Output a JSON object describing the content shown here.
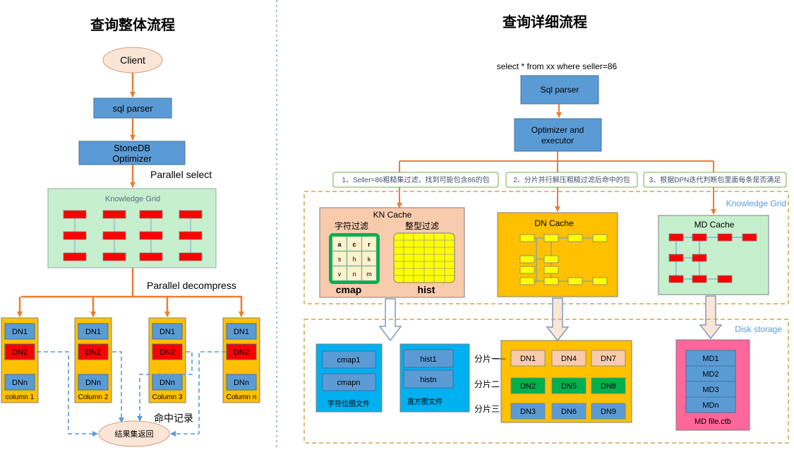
{
  "left": {
    "title": "查询整体流程",
    "client": "Client",
    "sql_parser": "sql parser",
    "optimizer_line1": "StoneDB",
    "optimizer_line2": "Optimizer",
    "parallel_select": "Parallel select",
    "knowledge_grid": "Knowledge Grid",
    "parallel_decompress": "Parallel decompress",
    "dn1": "DN1",
    "dn2": "DN2",
    "dnn": "DNn",
    "columns": [
      "column 1",
      "Column 2",
      "Column 3",
      "Column n"
    ],
    "hit_records": "命中记录",
    "result_return": "结果集返回"
  },
  "right": {
    "title": "查询详细流程",
    "query": "select * from xx where seller=86",
    "sql_parser": "Sql parser",
    "optimizer_line1": "Optimizer and",
    "optimizer_line2": "executor",
    "steps": [
      "1、Seller=86粗糙集过滤，找到可能包含86的包",
      "2、分片并行解压粗糙过滤后命中的包",
      "3、根据DPN迭代判断包里面每条是否满足"
    ],
    "knowledge_grid": "Knowledge Grid",
    "kn_cache": "KN Cache",
    "char_filter": "字符过滤",
    "int_filter": "整型过滤",
    "cmap_cells": [
      "a",
      "c",
      "r",
      "s",
      "h",
      "k",
      "v",
      "n",
      "m"
    ],
    "cmap": "cmap",
    "hist": "hist",
    "dn_cache": "DN Cache",
    "md_cache": "MD Cache",
    "disk_storage": "Disk storage",
    "cmap_files": [
      "cmap1",
      "cmapn"
    ],
    "cmap_caption": "字符位图文件",
    "hist_files": [
      "hist1",
      "histn"
    ],
    "hist_caption": "直方图文件",
    "shards": [
      "分片一",
      "分片二",
      "分片三"
    ],
    "dn_rows": [
      [
        "DN1",
        "DN4",
        "DN7"
      ],
      [
        "DN2",
        "DN5",
        "DN8"
      ],
      [
        "DN3",
        "DN6",
        "DN9"
      ]
    ],
    "md_items": [
      "MD1",
      "MD2",
      "MD3",
      "MDn"
    ],
    "md_file": "MD file.ctb"
  }
}
